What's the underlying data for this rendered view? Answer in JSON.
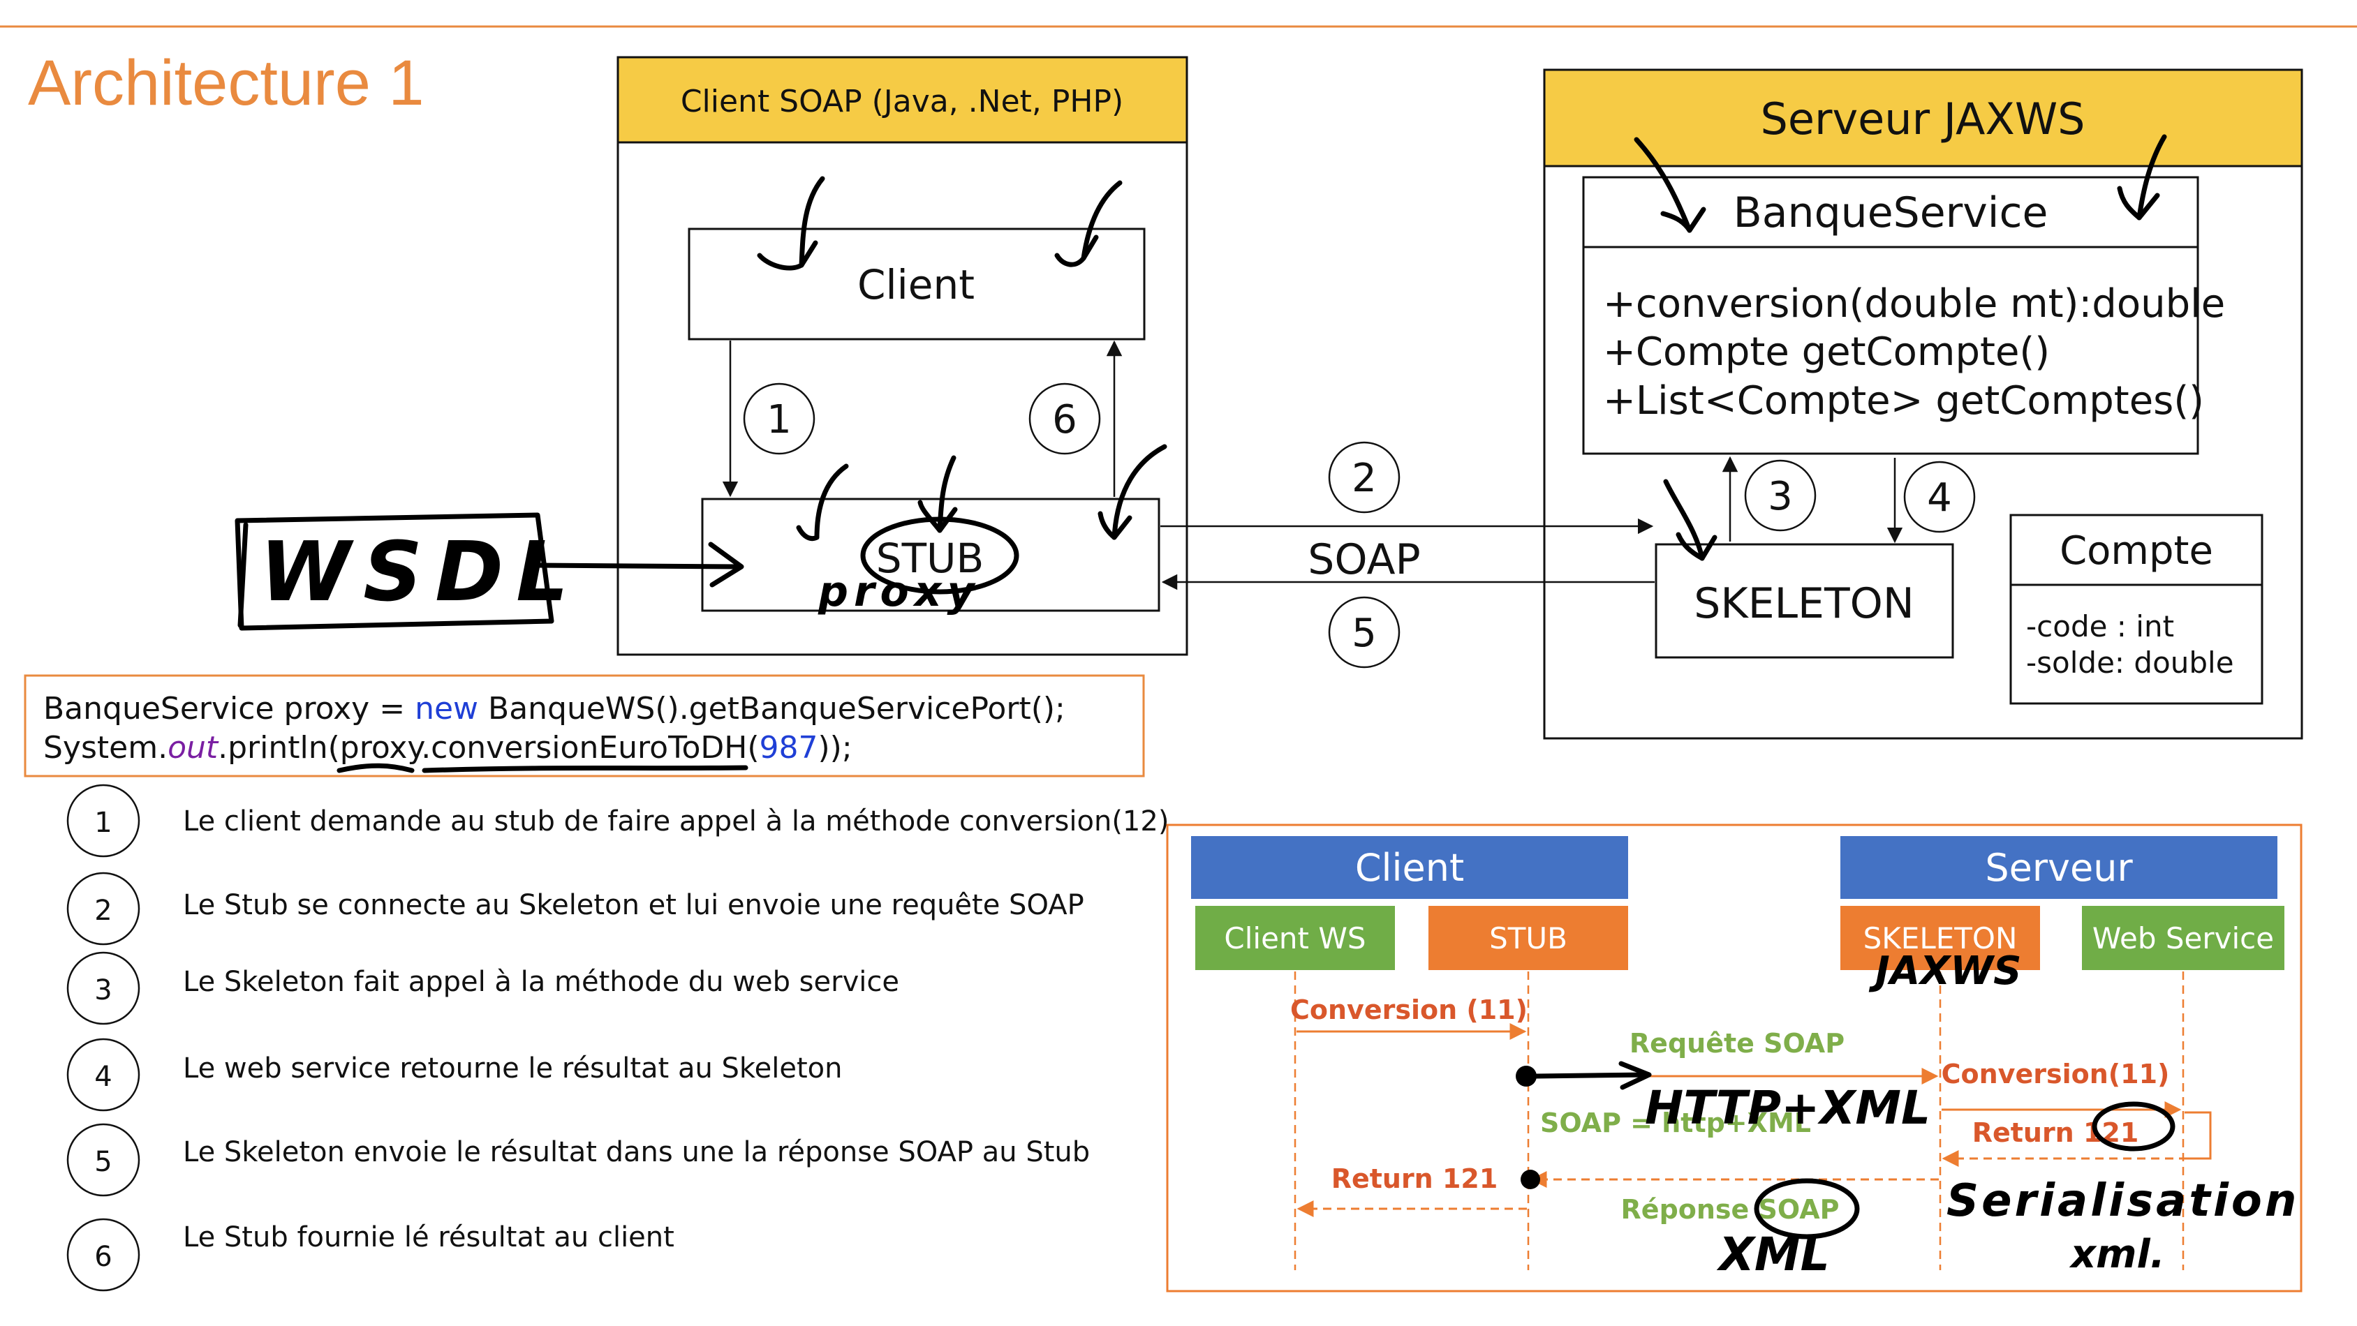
{
  "title": "Architecture 1",
  "client_box": {
    "header": "Client SOAP (Java, .Net, PHP)",
    "client_label": "Client",
    "stub_label": "STUB"
  },
  "server_box": {
    "header": "Serveur JAXWS",
    "service_name": "BanqueService",
    "methods": [
      "+conversion(double mt):double",
      "+Compte getCompte()",
      "+List<Compte> getComptes()"
    ],
    "skeleton_label": "SKELETON",
    "compte": {
      "name": "Compte",
      "fields": [
        "-code : int",
        "-solde: double"
      ]
    }
  },
  "flow": {
    "soap_label": "SOAP",
    "numbers": [
      "1",
      "2",
      "3",
      "4",
      "5",
      "6"
    ]
  },
  "handwritten": {
    "wsdl": "WSDL",
    "proxy": "proxy",
    "jaxws": "JAXWS",
    "http_xml": "HTTP+XML",
    "xml": "XML",
    "serialisation": "Serialisation",
    "xml2": "xml."
  },
  "code": {
    "line1_a": "BanqueService proxy = ",
    "line1_kw": "new",
    "line1_b": " BanqueWS().getBanqueServicePort();",
    "line2_a": "System.",
    "line2_out": "out",
    "line2_b": ".println(proxy.conversionEuroToDH(",
    "line2_num": "987",
    "line2_c": "));"
  },
  "steps": [
    {
      "num": "1",
      "text": "Le client demande au stub de faire appel à la méthode conversion(12)"
    },
    {
      "num": "2",
      "text": "Le Stub se connecte au Skeleton et lui envoie une requête SOAP"
    },
    {
      "num": "3",
      "text": "Le Skeleton fait appel à la méthode du web service"
    },
    {
      "num": "4",
      "text": "Le web service retourne le résultat au Skeleton"
    },
    {
      "num": "5",
      "text": "Le Skeleton envoie le résultat dans une la réponse SOAP au Stub"
    },
    {
      "num": "6",
      "text": "Le Stub fournie lé résultat au client"
    }
  ],
  "sequence": {
    "client_header": "Client",
    "server_header": "Serveur",
    "lanes": [
      "Client WS",
      "STUB",
      "SKELETON",
      "Web Service"
    ],
    "messages": {
      "conversion_client": "Conversion (11)",
      "requete": "Requête SOAP",
      "soap_http": "SOAP = http+XML",
      "conversion_server": "Conversion(11)",
      "return_server": "Return 121",
      "return_client": "Return 121",
      "reponse": "Réponse SOAP"
    }
  },
  "colors": {
    "accent_orange": "#e98a3f",
    "header_yellow": "#f6cb45",
    "seq_blue": "#4472c4",
    "seq_green": "#70ad47",
    "seq_orange": "#ed7d31",
    "msg_orange": "#d9572b",
    "msg_green": "#7fae4a",
    "code_blue": "#1f3fd6",
    "code_purple": "#7a1fa2"
  }
}
